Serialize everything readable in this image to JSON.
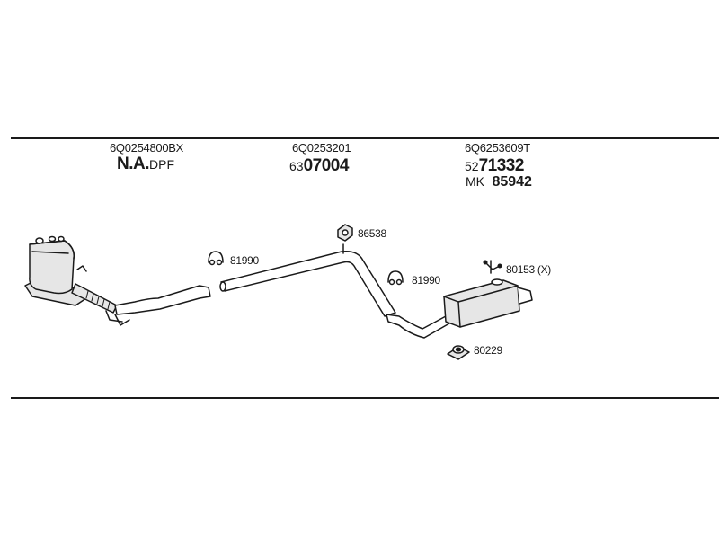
{
  "columns": [
    {
      "part_no": "6Q0254800BX",
      "label_main": "N.A.",
      "label_suffix": "DPF"
    },
    {
      "part_no": "6Q0253201",
      "ref_prefix": "63",
      "ref_bold": "07004"
    },
    {
      "part_no": "6Q6253609T",
      "ref_prefix": "52",
      "ref_bold": "71332",
      "mk_prefix": "MK",
      "mk_value": "85942"
    }
  ],
  "callouts": {
    "hanger_front": "81990",
    "hanger_rear": "81990",
    "clamp": "86538",
    "bracket": "80153 (X)",
    "rubber_mount": "80229"
  },
  "icons": [
    "hanger-icon",
    "clamp-icon",
    "bracket-icon",
    "rubber-mount-icon"
  ],
  "colors": {
    "line": "#1a1a1a",
    "part_fill": "#e6e6e6",
    "background": "#ffffff"
  }
}
